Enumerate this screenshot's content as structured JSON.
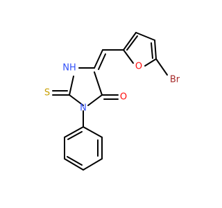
{
  "molecule": {
    "atoms": {
      "nh": "NH",
      "n": "N",
      "o_furan": "O",
      "o_carbonyl": "O",
      "s": "S",
      "br": "Br"
    },
    "colors": {
      "bond": "#000000",
      "nitrogen": "#3050F8",
      "oxygen": "#FF0D0D",
      "sulfur": "#C8A000",
      "bromine": "#A62929"
    }
  }
}
